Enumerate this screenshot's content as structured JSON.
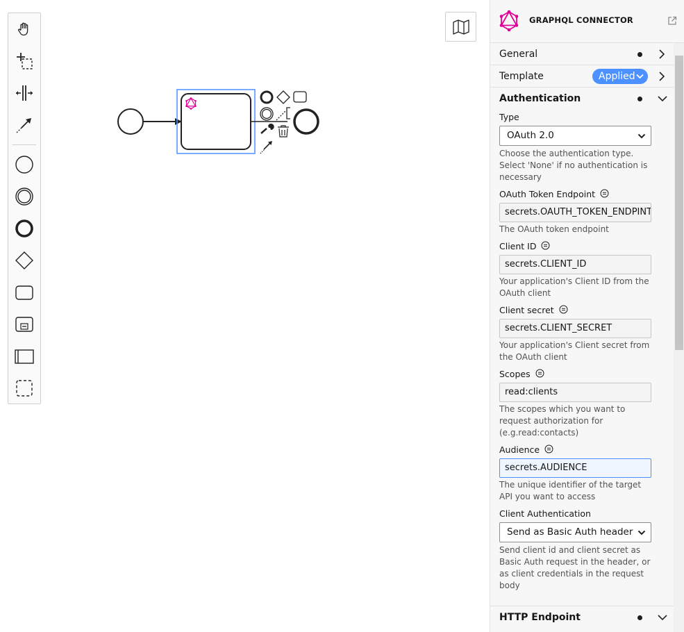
{
  "palette": {
    "tools": [
      {
        "name": "hand-tool",
        "icon": "hand-icon"
      },
      {
        "name": "lasso-tool",
        "icon": "lasso-icon"
      },
      {
        "name": "space-tool",
        "icon": "space-icon"
      },
      {
        "name": "global-connect-tool",
        "icon": "connect-icon"
      },
      {
        "name": "create-start-event",
        "icon": "start-event-icon"
      },
      {
        "name": "create-intermediate-event",
        "icon": "intermediate-event-icon"
      },
      {
        "name": "create-end-event",
        "icon": "end-event-icon"
      },
      {
        "name": "create-gateway",
        "icon": "gateway-icon"
      },
      {
        "name": "create-task",
        "icon": "task-icon"
      },
      {
        "name": "create-subprocess",
        "icon": "subprocess-icon"
      },
      {
        "name": "create-pool",
        "icon": "pool-icon"
      },
      {
        "name": "create-group",
        "icon": "group-icon"
      }
    ]
  },
  "minimap": {
    "icon": "map-icon"
  },
  "panel": {
    "header": {
      "title": "GRAPHQL CONNECTOR",
      "icon": "graphql-icon",
      "link_icon": "external-link-icon"
    },
    "groups": {
      "general": {
        "label": "General"
      },
      "template": {
        "label": "Template",
        "badge": "Applied"
      },
      "authentication": {
        "label": "Authentication"
      },
      "http_endpoint": {
        "label": "HTTP Endpoint"
      }
    },
    "fields": {
      "type": {
        "label": "Type",
        "value": "OAuth 2.0",
        "description": "Choose the authentication type. Select 'None' if no authentication is necessary"
      },
      "token_endpoint": {
        "label": "OAuth Token Endpoint",
        "value": "secrets.OAUTH_TOKEN_ENDPINT",
        "description": "The OAuth token endpoint"
      },
      "client_id": {
        "label": "Client ID",
        "value": "secrets.CLIENT_ID",
        "description": "Your application's Client ID from the OAuth client"
      },
      "client_secret": {
        "label": "Client secret",
        "value": "secrets.CLIENT_SECRET",
        "description": "Your application's Client secret from the OAuth client"
      },
      "scopes": {
        "label": "Scopes",
        "value": "read:clients",
        "description": "The scopes which you want to request authorization for (e.g.read:contacts)"
      },
      "audience": {
        "label": "Audience",
        "value": "secrets.AUDIENCE",
        "description": "The unique identifier of the target API you want to access"
      },
      "client_auth": {
        "label": "Client Authentication",
        "value": "Send as Basic Auth header",
        "description": "Send client id and client secret as Basic Auth request in the header, or as client credentials in the request body"
      }
    }
  },
  "colors": {
    "accent": "#4d90ff",
    "graphql": "#e10098",
    "selection": "#4d90ff"
  }
}
